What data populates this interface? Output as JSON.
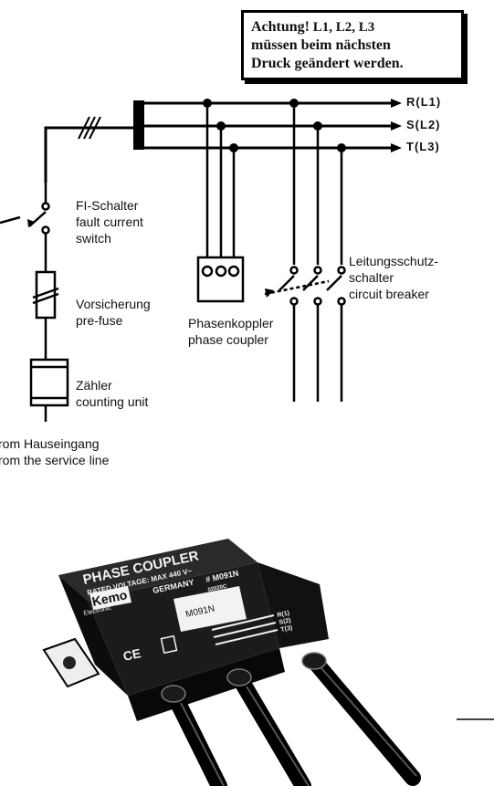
{
  "note": {
    "line1_word": "Achtung!",
    "line1_rest": "L1, L2, L3",
    "line2": "müssen beim nächsten",
    "line3": "Druck geändert werden."
  },
  "bus_labels": [
    "R(L1)",
    "S(L2)",
    "T(L3)"
  ],
  "fi_switch": {
    "de": "FI-Schalter",
    "en1": "fault current",
    "en2": "switch"
  },
  "pre_fuse": {
    "de": "Vorsicherung",
    "en": "pre-fuse"
  },
  "meter": {
    "de": "Zähler",
    "en": "counting unit"
  },
  "service": {
    "de": "rom Hauseingang",
    "en": "rom the service line"
  },
  "coupler": {
    "de": "Phasenkoppler",
    "en": "phase coupler"
  },
  "breaker": {
    "de1": "Leitungsschutz-",
    "de2": "schalter",
    "en": "circuit breaker"
  },
  "device": {
    "title": "PHASE COUPLER",
    "rating": "RATED VOLTAGE: MAX 440 V~",
    "brand": "Kemo",
    "brand_sub": "Electronic",
    "origin": "GERMANY",
    "model_code": "# M091N",
    "serial": "02020C",
    "model_label": "M091N",
    "terminals": [
      "R(1)",
      "S(2)",
      "T(3)"
    ],
    "ce": "CE"
  }
}
